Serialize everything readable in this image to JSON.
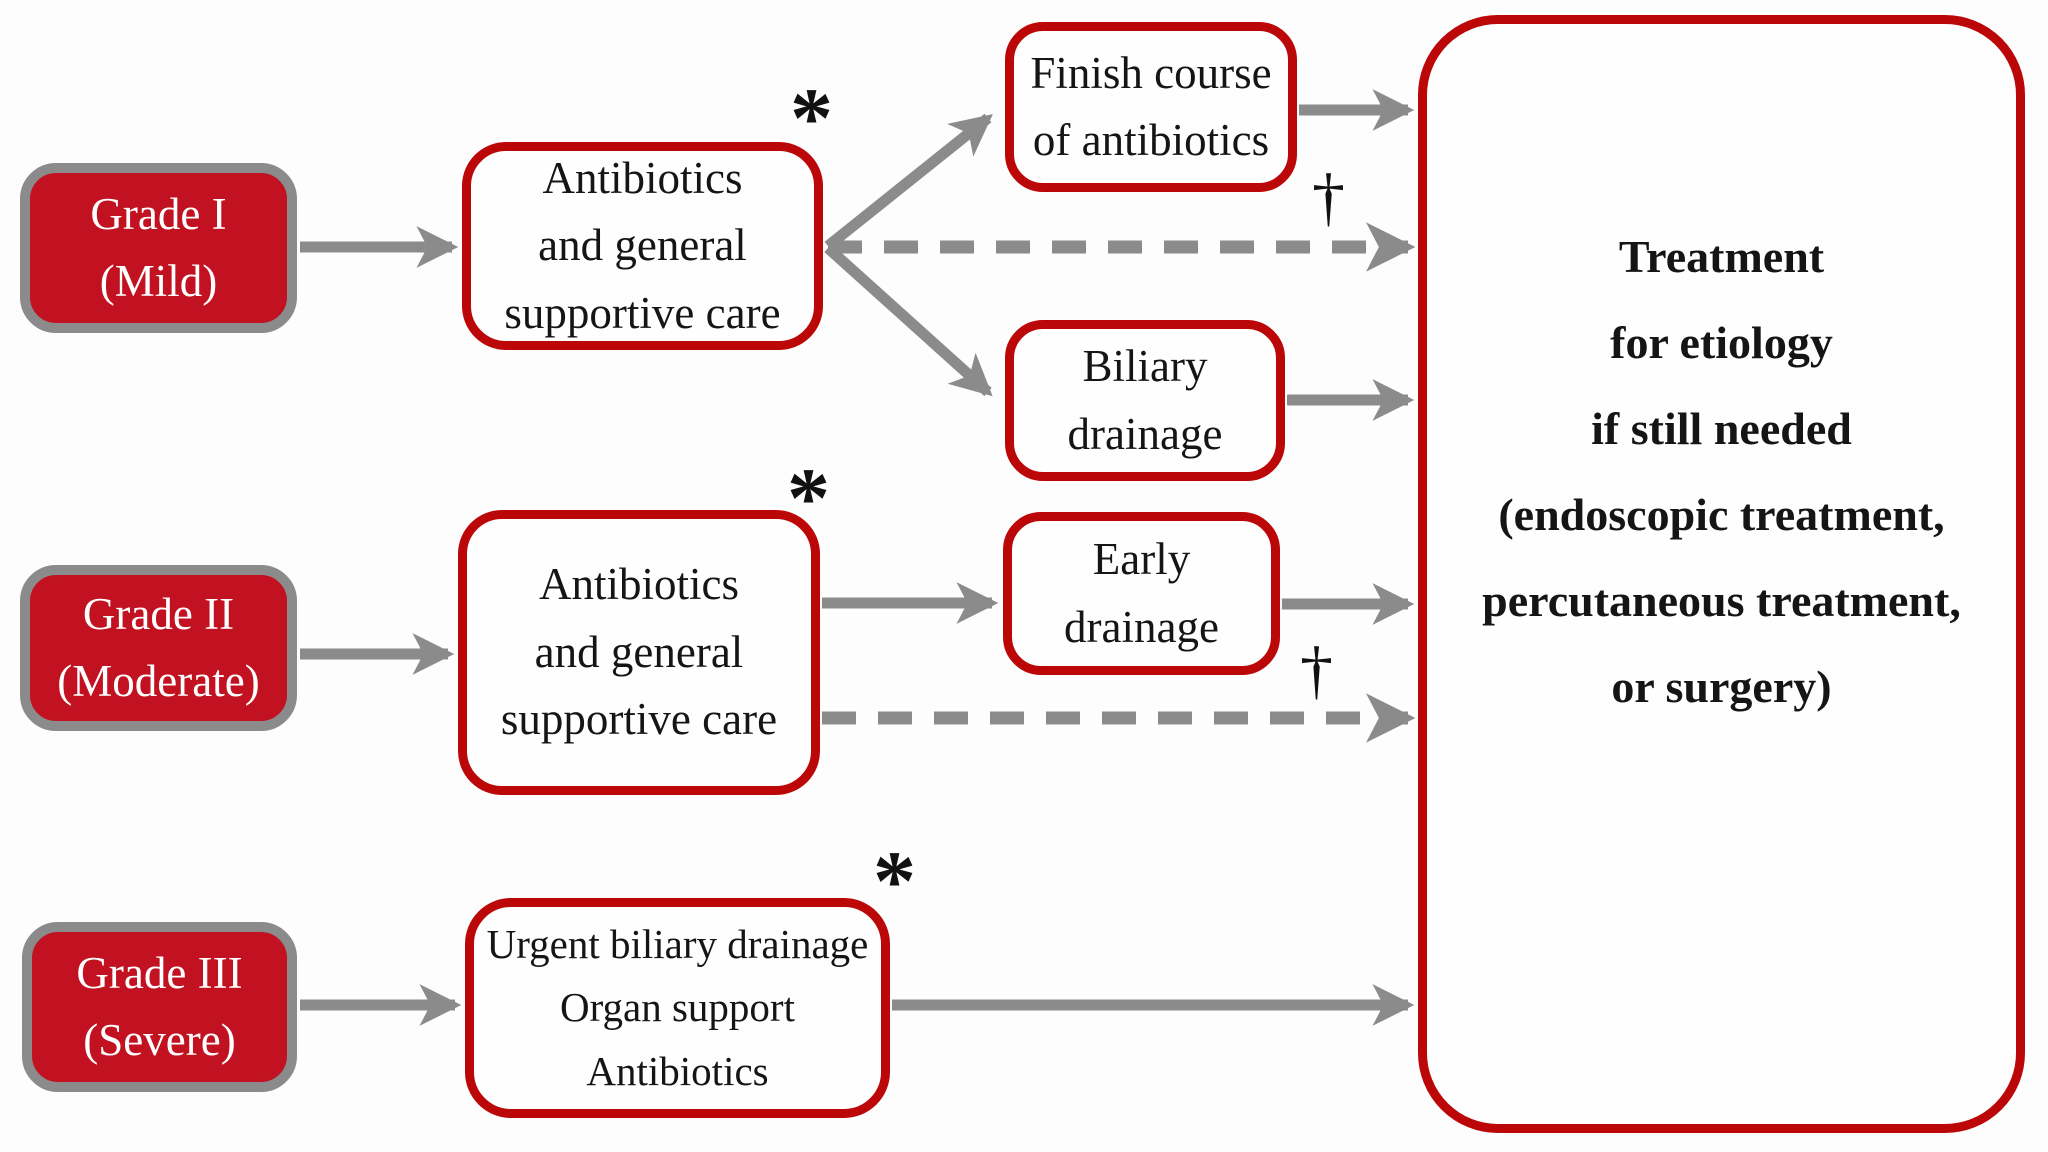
{
  "colors": {
    "grade_fill": "#c21120",
    "red_border": "#bb0707",
    "gray": "#8b8b8b",
    "background": "#fdfdfd",
    "text_dark": "#151515",
    "text_light": "#ffffff"
  },
  "nodes": {
    "grade1": {
      "line1": "Grade I",
      "line2": "(Mild)"
    },
    "grade2": {
      "line1": "Grade II",
      "line2": "(Moderate)"
    },
    "grade3": {
      "line1": "Grade III",
      "line2": "(Severe)"
    },
    "care1": {
      "line1": "Antibiotics",
      "line2": "and general",
      "line3": "supportive care"
    },
    "care2": {
      "line1": "Antibiotics",
      "line2": "and general",
      "line3": "supportive care"
    },
    "finish": {
      "line1": "Finish course",
      "line2": "of antibiotics"
    },
    "biliary": {
      "line1": "Biliary",
      "line2": "drainage"
    },
    "early": {
      "line1": "Early",
      "line2": "drainage"
    },
    "urgent": {
      "line1": "Urgent biliary drainage",
      "line2": "Organ support",
      "line3": "Antibiotics"
    },
    "treatment": {
      "line1": "Treatment",
      "line2": "for etiology",
      "line3": "if still needed",
      "line4": "(endoscopic treatment,",
      "line5": "percutaneous treatment,",
      "line6": "or surgery)"
    }
  },
  "annotations": {
    "asterisk": "*",
    "dagger": "†"
  }
}
